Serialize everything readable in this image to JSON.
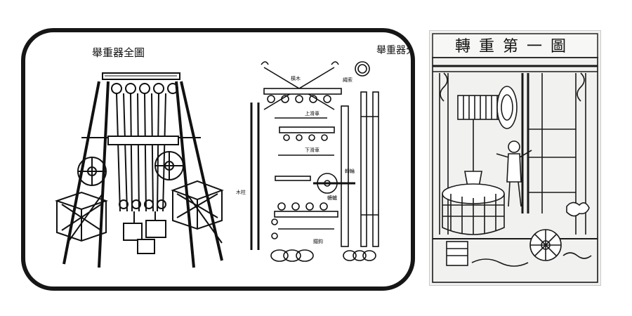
{
  "left_panel": {
    "assembled_title": "舉重器全圖",
    "parts_title": "舉重器分圖",
    "part_labels": [
      "橫木",
      "上滑車",
      "下滑車",
      "繩索",
      "轆轤",
      "木柱",
      "鐵鈎",
      "轉輪"
    ]
  },
  "right_panel": {
    "title": "轉重第一圖"
  }
}
